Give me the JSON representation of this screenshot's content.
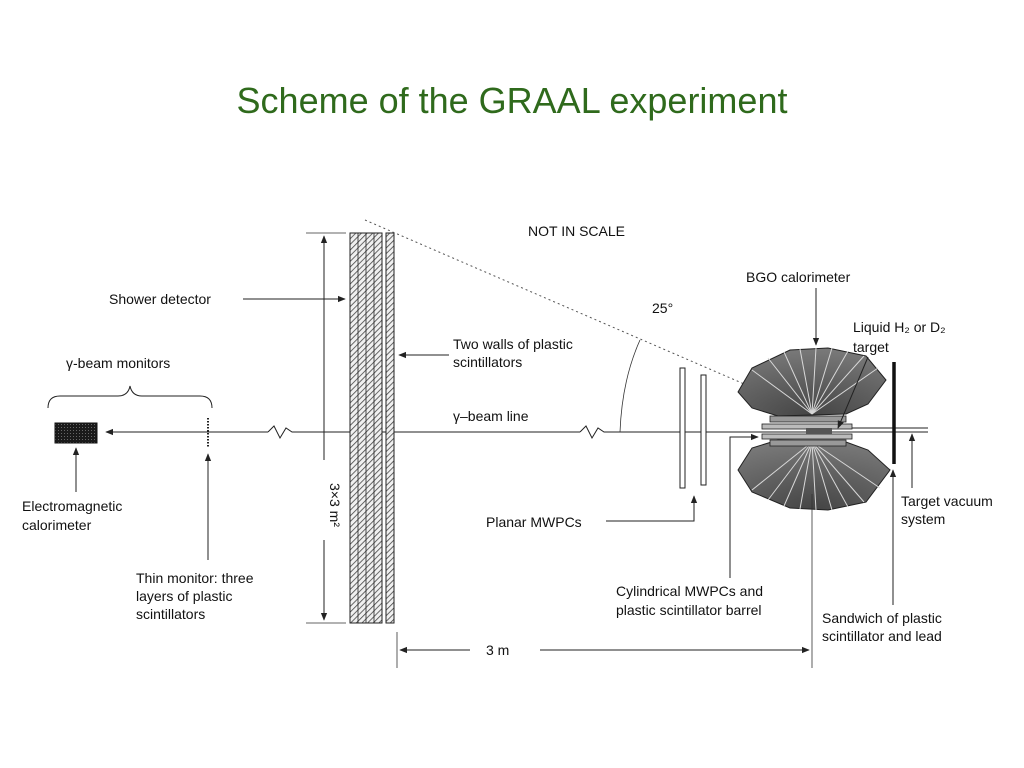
{
  "title": "Scheme of the GRAAL experiment",
  "labels": {
    "not_in_scale": "NOT IN SCALE",
    "shower_detector": "Shower detector",
    "gamma_beam_monitors": "γ-beam monitors",
    "two_walls_line1": "Two walls of plastic",
    "two_walls_line2": "scintillators",
    "gamma_beam_line": "γ–beam line",
    "angle": "25°",
    "bgo_calorimeter": "BGO calorimeter",
    "liquid_target_line1": "Liquid H₂ or D₂",
    "liquid_target_line2": "target",
    "em_calorimeter_line1": "Electromagnetic",
    "em_calorimeter_line2": "calorimeter",
    "thin_monitor_line1": "Thin monitor: three",
    "thin_monitor_line2": "layers of plastic",
    "thin_monitor_line3": "scintillators",
    "size": "3×3 m²",
    "planar_mwpcs": "Planar MWPCs",
    "cylindrical_line1": "Cylindrical MWPCs and",
    "cylindrical_line2": "plastic scintillator barrel",
    "target_vacuum_line1": "Target vacuum",
    "target_vacuum_line2": "system",
    "sandwich_line1": "Sandwich of plastic",
    "sandwich_line2": "scintillator and lead",
    "distance": "3 m"
  },
  "colors": {
    "title": "#2f6a1c",
    "lines": "#222222"
  }
}
